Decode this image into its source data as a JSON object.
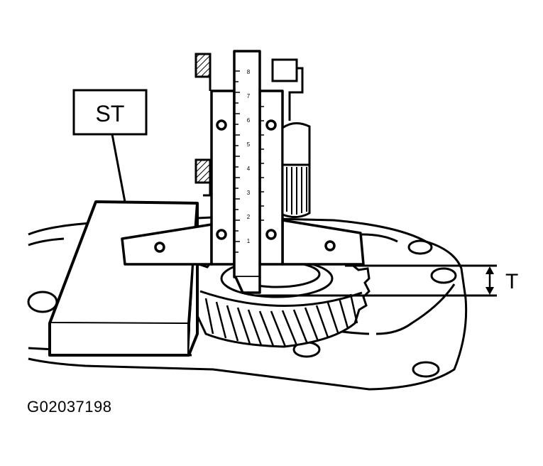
{
  "labels": {
    "special_tool": "ST",
    "thickness": "T"
  },
  "figure_id": "G02037198",
  "scale_ticks": [
    "8",
    "7",
    "6",
    "5",
    "4",
    "3",
    "2",
    "1"
  ],
  "colors": {
    "ink": "#000000",
    "paper": "#ffffff"
  }
}
